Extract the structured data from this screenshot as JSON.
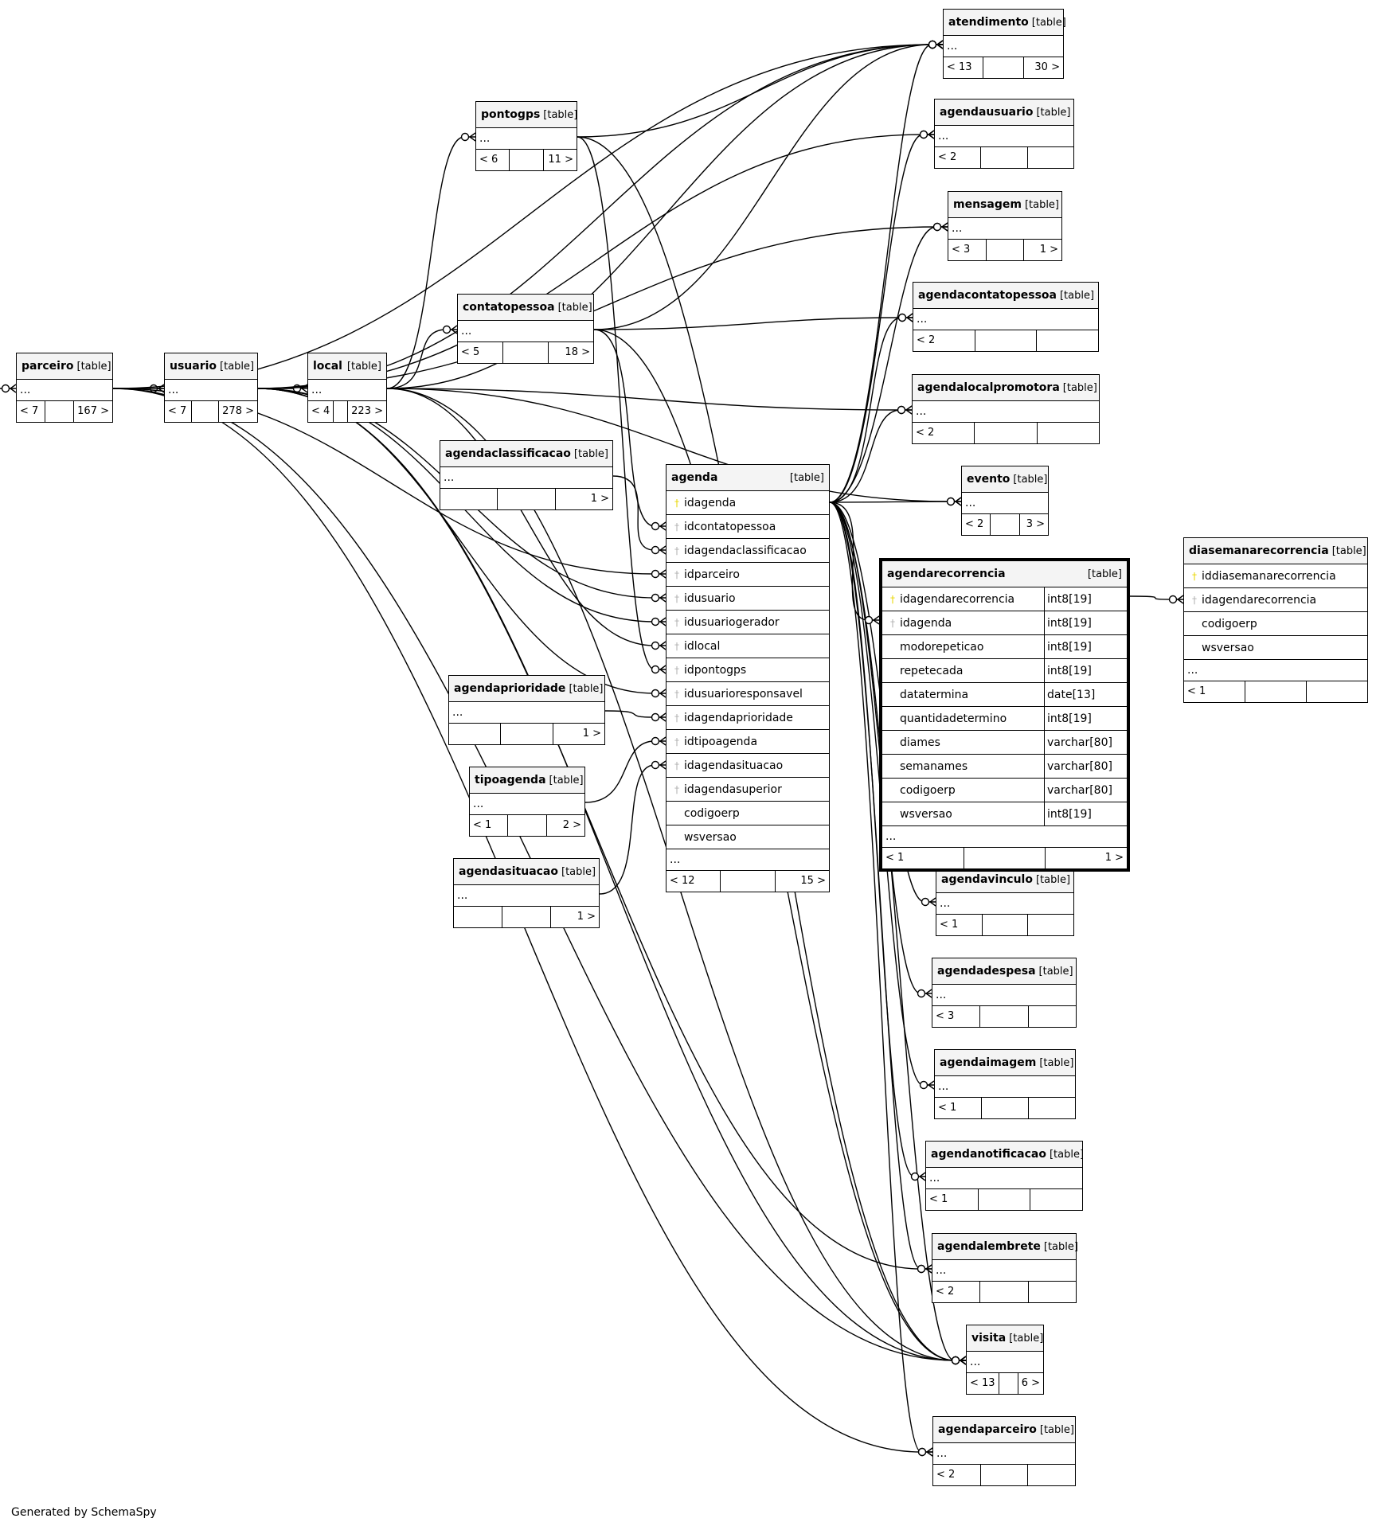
{
  "tag": "[table]",
  "footer": "Generated by SchemaSpy",
  "ellipsis": "...",
  "tables": {
    "parceiro": {
      "name": "parceiro",
      "foot": [
        "< 7",
        "",
        "167 >"
      ]
    },
    "usuario": {
      "name": "usuario",
      "foot": [
        "< 7",
        "",
        "278 >"
      ]
    },
    "local": {
      "name": "local",
      "foot": [
        "< 4",
        "",
        "223 >"
      ]
    },
    "pontogps": {
      "name": "pontogps",
      "foot": [
        "< 6",
        "",
        "11 >"
      ]
    },
    "contatopessoa": {
      "name": "contatopessoa",
      "foot": [
        "< 5",
        "",
        "18 >"
      ]
    },
    "agendaclassificacao": {
      "name": "agendaclassificacao",
      "foot": [
        "",
        "",
        "1 >"
      ]
    },
    "agendaprioridade": {
      "name": "agendaprioridade",
      "foot": [
        "",
        "",
        "1 >"
      ]
    },
    "tipoagenda": {
      "name": "tipoagenda",
      "foot": [
        "< 1",
        "",
        "2 >"
      ]
    },
    "agendasituacao": {
      "name": "agendasituacao",
      "foot": [
        "",
        "",
        "1 >"
      ]
    },
    "atendimento": {
      "name": "atendimento",
      "foot": [
        "< 13",
        "",
        "30 >"
      ]
    },
    "agendausuario": {
      "name": "agendausuario",
      "foot": [
        "< 2",
        "",
        ""
      ]
    },
    "mensagem": {
      "name": "mensagem",
      "foot": [
        "< 3",
        "",
        "1 >"
      ]
    },
    "agendacontatopessoa": {
      "name": "agendacontatopessoa",
      "foot": [
        "< 2",
        "",
        ""
      ]
    },
    "agendalocalpromotora": {
      "name": "agendalocalpromotora",
      "foot": [
        "< 2",
        "",
        ""
      ]
    },
    "evento": {
      "name": "evento",
      "foot": [
        "< 2",
        "",
        "3 >"
      ]
    },
    "agendavinculo": {
      "name": "agendavinculo",
      "foot": [
        "< 1",
        "",
        ""
      ]
    },
    "agendadespesa": {
      "name": "agendadespesa",
      "foot": [
        "< 3",
        "",
        ""
      ]
    },
    "agendaimagem": {
      "name": "agendaimagem",
      "foot": [
        "< 1",
        "",
        ""
      ]
    },
    "agendanotificacao": {
      "name": "agendanotificacao",
      "foot": [
        "< 1",
        "",
        ""
      ]
    },
    "agendalembrete": {
      "name": "agendalembrete",
      "foot": [
        "< 2",
        "",
        ""
      ]
    },
    "visita": {
      "name": "visita",
      "foot": [
        "< 13",
        "",
        "6 >"
      ]
    },
    "agendaparceiro": {
      "name": "agendaparceiro",
      "foot": [
        "< 2",
        "",
        ""
      ]
    },
    "agenda": {
      "name": "agenda",
      "columns": [
        {
          "name": "idagenda",
          "key": "pk"
        },
        {
          "name": "idcontatopessoa",
          "key": "fk"
        },
        {
          "name": "idagendaclassificacao",
          "key": "fk"
        },
        {
          "name": "idparceiro",
          "key": "fk"
        },
        {
          "name": "idusuario",
          "key": "fk"
        },
        {
          "name": "idusuariogerador",
          "key": "fk"
        },
        {
          "name": "idlocal",
          "key": "fk"
        },
        {
          "name": "idpontogps",
          "key": "fk"
        },
        {
          "name": "idusuarioresponsavel",
          "key": "fk"
        },
        {
          "name": "idagendaprioridade",
          "key": "fk"
        },
        {
          "name": "idtipoagenda",
          "key": "fk"
        },
        {
          "name": "idagendasituacao",
          "key": "fk"
        },
        {
          "name": "idagendasuperior",
          "key": "fk"
        },
        {
          "name": "codigoerp",
          "key": "none"
        },
        {
          "name": "wsversao",
          "key": "none"
        }
      ],
      "foot": [
        "< 12",
        "",
        "15 >"
      ]
    },
    "agendarecorrencia": {
      "name": "agendarecorrencia",
      "columns": [
        {
          "name": "idagendarecorrencia",
          "type": "int8[19]",
          "key": "pk"
        },
        {
          "name": "idagenda",
          "type": "int8[19]",
          "key": "fk"
        },
        {
          "name": "modorepeticao",
          "type": "int8[19]",
          "key": "none"
        },
        {
          "name": "repetecada",
          "type": "int8[19]",
          "key": "none"
        },
        {
          "name": "datatermina",
          "type": "date[13]",
          "key": "none"
        },
        {
          "name": "quantidadetermino",
          "type": "int8[19]",
          "key": "none"
        },
        {
          "name": "diames",
          "type": "varchar[80]",
          "key": "none"
        },
        {
          "name": "semanames",
          "type": "varchar[80]",
          "key": "none"
        },
        {
          "name": "codigoerp",
          "type": "varchar[80]",
          "key": "none"
        },
        {
          "name": "wsversao",
          "type": "int8[19]",
          "key": "none"
        }
      ],
      "foot": [
        "< 1",
        "",
        "1 >"
      ]
    },
    "diasemanarecorrencia": {
      "name": "diasemanarecorrencia",
      "columns": [
        {
          "name": "iddiasemanarecorrencia",
          "key": "pk"
        },
        {
          "name": "idagendarecorrencia",
          "key": "fk"
        },
        {
          "name": "codigoerp",
          "key": "none"
        },
        {
          "name": "wsversao",
          "key": "none"
        }
      ],
      "foot": [
        "< 1",
        "",
        ""
      ]
    }
  }
}
